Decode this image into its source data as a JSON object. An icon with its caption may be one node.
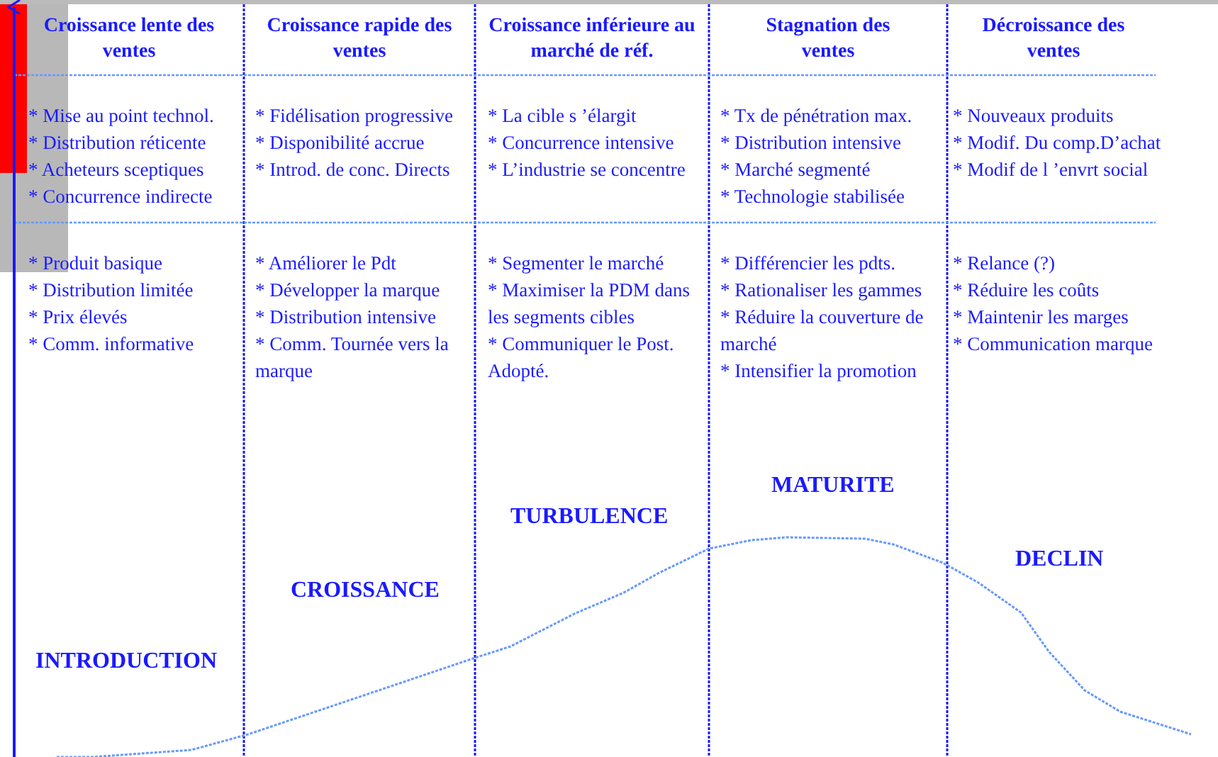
{
  "diagram": {
    "labels": [
      "Croissance lente des ventes",
      "Croissance rapide des ventes",
      "Croissance inférieure au marché de réf.",
      "Stagnation des ventes",
      "Décroissance des ventes",
      "* Mise au point technol.",
      "* Distribution réticente",
      "* Acheteurs sceptiques",
      "* Concurrence indirecte",
      "* Fidélisation progressive",
      "* Disponibilité accrue",
      "* Introd. de conc. Directs",
      "* La cible s ’élargit",
      "* Concurrence intensive",
      "* L’industrie se concentre",
      "* Tx de pénétration max.",
      "* Distribution intensive",
      "* Marché segmenté",
      "* Technologie stabilisée",
      "* Nouveaux produits",
      "* Modif. Du comp.D’achat",
      "* Modif de l ’envrt social",
      "* Produit basique",
      "* Distribution limitée",
      "* Prix élevés",
      "* Comm. informative",
      "* Améliorer le Pdt",
      "* Développer la marque",
      "* Distribution intensive",
      "* Comm. Tournée vers la marque",
      "* Segmenter le marché",
      "* Maximiser la PDM dans les segments cibles",
      "* Communiquer le Post. Adopté.",
      "* Différencier les pdts.",
      "* Rationaliser les gammes",
      "* Réduire la couverture de marché",
      "* Intensifier la promotion",
      "* Relance (?)",
      "* Réduire les coûts",
      "* Maintenir les marges",
      "* Communication marque",
      "INTRODUCTION",
      "CROISSANCE",
      "TURBULENCE",
      "MATURITE",
      "DECLIN"
    ]
  }
}
